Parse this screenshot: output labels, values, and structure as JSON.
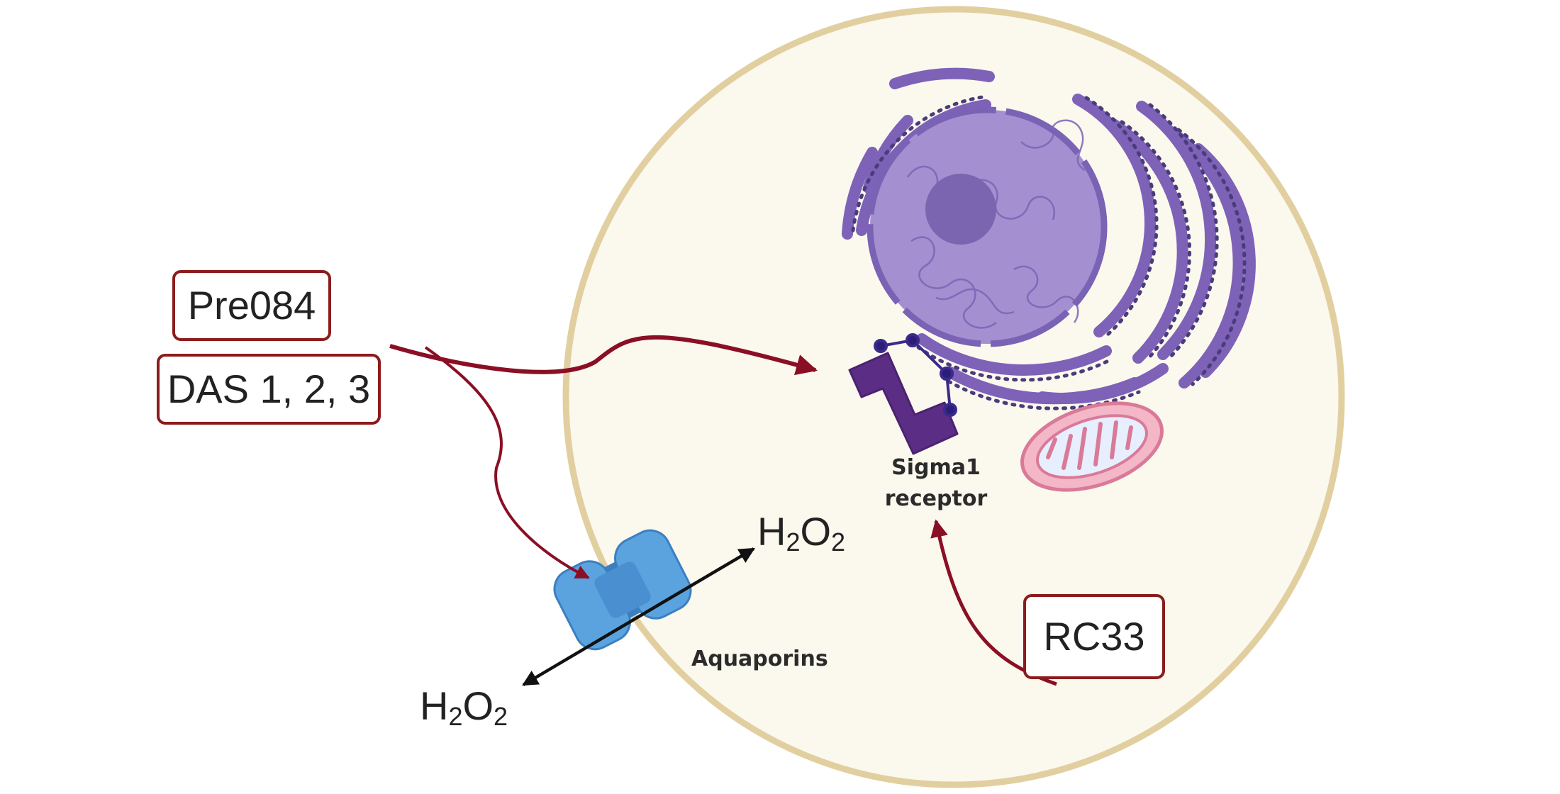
{
  "ligands": {
    "pre084": "Pre084",
    "das": "DAS 1, 2, 3",
    "rc33": "RC33"
  },
  "molecules": {
    "h2o2_inside": {
      "main": "H",
      "sub1": "2",
      "mid": "O",
      "sub2": "2"
    },
    "h2o2_outside": {
      "main": "H",
      "sub1": "2",
      "mid": "O",
      "sub2": "2"
    }
  },
  "labels": {
    "sigma1_line1": "Sigma1",
    "sigma1_line2": "receptor",
    "aquaporins": "Aquaporins"
  },
  "colors": {
    "arrow": "#8b0f24",
    "cell_fill": "#fbf8ee",
    "cell_border": "#e2cfa0",
    "er_purple": "#7d62b8",
    "nucleus": "#a48fd0",
    "aquaporin": "#5aa3df",
    "mito_pink": "#e994ad"
  }
}
